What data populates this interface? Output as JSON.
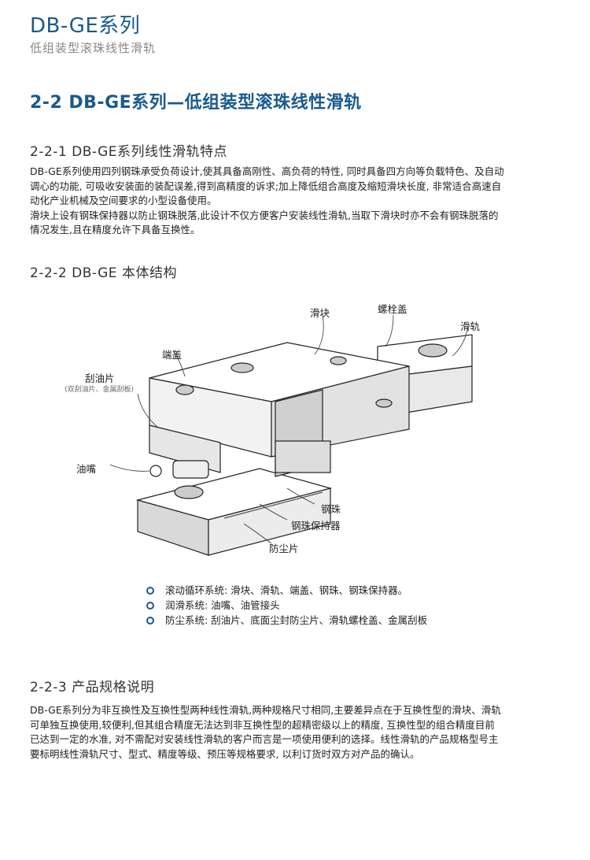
{
  "header": {
    "series_title": "DB-GE系列",
    "series_subtitle": "低组装型滚珠线性滑轨"
  },
  "section": {
    "title": "2-2  DB-GE系列—低组装型滚珠线性滑轨"
  },
  "features": {
    "heading": "2-2-1 DB-GE系列线性滑轨特点",
    "lines": [
      "DB-GE系列使用四列钢珠承受负荷设计,使其具备高刚性、高负荷的特性, 同时具备四方向等负载特色、及自动",
      "调心的功能, 可吸收安装面的装配误差,得到高精度的诉求;加上降低组合高度及缩短滑块长度, 非常适合高速自",
      "动化产业机械及空间要求的小型设备使用。",
      "滑块上设有钢珠保持器以防止钢珠脱落,此设计不仅方便客户安装线性滑轨,当取下滑块时亦不会有钢珠脱落的",
      "情况发生,且在精度允许下具备互换性。"
    ]
  },
  "structure": {
    "heading": "2-2-2 DB-GE 本体结构",
    "labels": {
      "slider": "滑块",
      "bolt_cap": "螺栓盖",
      "rail": "滑轨",
      "end_cap": "端盖",
      "scraper": "刮油片",
      "scraper_note": "(双刮油片、金属刮板)",
      "grease_nipple": "油嘴",
      "ball": "钢珠",
      "retainer": "钢珠保持器",
      "dust_seal": "防尘片"
    },
    "bullets": [
      "滚动循环系统: 滑块、滑轨、端盖、钢珠、钢珠保持器。",
      "润滑系统: 油嘴、油管接头",
      "防尘系统: 刮油片、底面尘封防尘片、滑轨螺栓盖、金属刮板"
    ]
  },
  "spec": {
    "heading": "2-2-3 产品规格说明",
    "lines": [
      "DB-GE系列分为非互换性及互换性型两种线性滑轨,两种规格尺寸相同,主要差异点在于互换性型的滑块、滑轨",
      "可单独互换使用,较便利,但其组合精度无法达到非互换性型的超精密级以上的精度,    互换性型的组合精度目前",
      "已达到一定的水准, 对不需配对安装线性滑轨的客户而言是一项使用便利的选择。线性滑轨的产品规格型号主",
      "要标明线性滑轨尺寸、型式、精度等级、预压等规格要求, 以利订货时双方对产品的确认。"
    ]
  },
  "colors": {
    "accent": "#1a5a8c",
    "bullet": "#1a5a8c"
  }
}
